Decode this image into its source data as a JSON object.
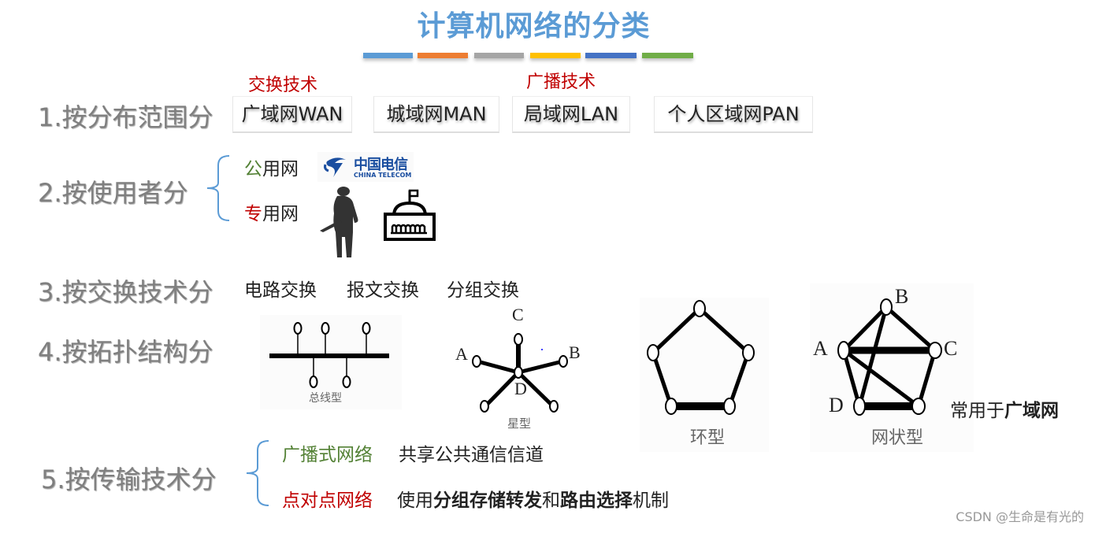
{
  "title": "计算机网络的分类",
  "color_bars": [
    "#5b9bd5",
    "#ed7d31",
    "#a5a5a5",
    "#ffc000",
    "#4472c4",
    "#70ad47"
  ],
  "section1": {
    "label": "1.按分布范围分",
    "notes": {
      "switching": "交换技术",
      "broadcast": "广播技术"
    },
    "boxes": [
      "广域网WAN",
      "城域网MAN",
      "局域网LAN",
      "个人区域网PAN"
    ]
  },
  "section2": {
    "label": "2.按使用者分",
    "public": {
      "first": "公",
      "rest": "用网"
    },
    "private": {
      "first": "专",
      "rest": "用网"
    },
    "telecom_logo": {
      "cn": "中国电信",
      "en": "CHINA TELECOM"
    },
    "icons": [
      "china-telecom-logo",
      "soldier-icon",
      "government-building-icon"
    ]
  },
  "section3": {
    "label": "3.按交换技术分",
    "items": [
      "电路交换",
      "报文交换",
      "分组交换"
    ]
  },
  "section4": {
    "label": "4.按拓扑结构分",
    "diagrams": [
      {
        "name": "总线型"
      },
      {
        "name": "星型",
        "nodes": [
          "A",
          "B",
          "C",
          "D"
        ]
      },
      {
        "name": "环型"
      },
      {
        "name": "网状型",
        "nodes": [
          "A",
          "B",
          "C",
          "D"
        ]
      }
    ],
    "mesh_note": {
      "prefix": "常用于",
      "bold": "广域网"
    }
  },
  "section5": {
    "label": "5.按传输技术分",
    "broadcast": {
      "label": "广播式网络",
      "desc": "共享公共通信信道"
    },
    "p2p": {
      "label": "点对点网络",
      "desc_parts": [
        "使用",
        "分组存储转发",
        "和",
        "路由选择",
        "机制"
      ]
    }
  },
  "watermark": "CSDN @生命是有光的"
}
